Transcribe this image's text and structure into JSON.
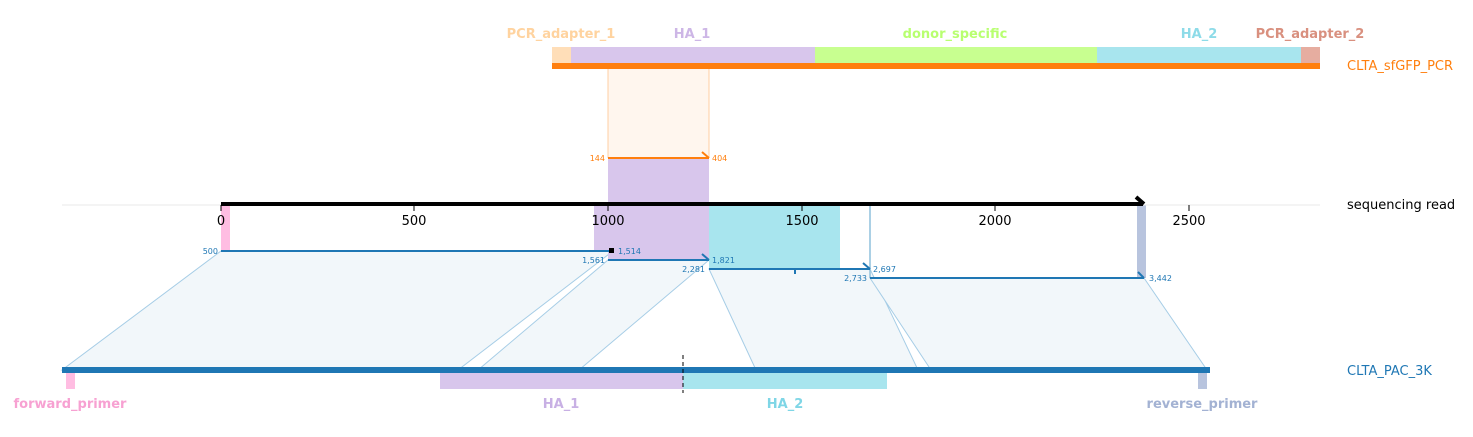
{
  "colors": {
    "pcr_track": "#ff7f0e",
    "pac_track": "#1f77b4",
    "read_axis": "#000000",
    "adapter1": "#ffdeb8",
    "adapter2": "#e6ada0",
    "ha1": "#d8c6ec",
    "ha2": "#a8e5ee",
    "donor": "#c8ff90",
    "forward_primer": "#ffbde2",
    "reverse_primer": "#b8c4de",
    "link_fill": "#f2f7fa",
    "link_stroke": "#a6cde6"
  },
  "tracks": {
    "pcr": "CLTA_sfGFP_PCR",
    "read": "sequencing read",
    "pac": "CLTA_PAC_3K"
  },
  "top_features": [
    {
      "label": "PCR_adapter_1",
      "color": "#ffdeb8",
      "label_color": "#ffd39f"
    },
    {
      "label": "HA_1",
      "color": "#d8c6ec",
      "label_color": "#cdb6e6"
    },
    {
      "label": "donor_specific",
      "color": "#c8ff90",
      "label_color": "#b8ff70"
    },
    {
      "label": "HA_2",
      "color": "#a8e5ee",
      "label_color": "#8ddbe8"
    },
    {
      "label": "PCR_adapter_2",
      "color": "#e6ada0",
      "label_color": "#d9907f"
    }
  ],
  "bottom_features": [
    {
      "label": "forward_primer",
      "color": "#ffbde2",
      "label_color": "#f7a1d2"
    },
    {
      "label": "HA_1",
      "color": "#d8c6ec",
      "label_color": "#c8b0e4"
    },
    {
      "label": "HA_2",
      "color": "#a8e5ee",
      "label_color": "#7fd6e6"
    },
    {
      "label": "reverse_primer",
      "color": "#b8c4de",
      "label_color": "#a3b2d3"
    }
  ],
  "axis_ticks": [
    "0",
    "500",
    "1000",
    "1500",
    "2000",
    "2500"
  ],
  "alignments": {
    "pcr": {
      "start": "144",
      "end": "404",
      "color": "#ff7f0e"
    },
    "pac": [
      {
        "start": "500",
        "end": "1,514"
      },
      {
        "start": "1,561",
        "end": "1,821"
      },
      {
        "start": "2,281",
        "end": "2,697"
      },
      {
        "start": "2,733",
        "end": "3,442"
      }
    ]
  }
}
